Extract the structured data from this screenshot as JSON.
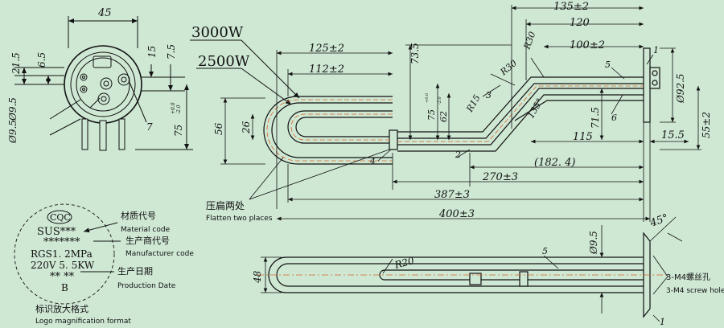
{
  "colors": {
    "background": "#cfe8d4",
    "line": "#111111",
    "accent": "#e06a2a",
    "dash": "#d9622b"
  },
  "power": {
    "high": "3000W",
    "low": "2500W"
  },
  "logo": {
    "cert": "CQC",
    "material": "SUS***",
    "maker": "*******",
    "rating1": "RGS1. 2MPa",
    "rating2": "220V  5. 5KW",
    "date": "**  **",
    "letter": "B",
    "material_cn": "材质代号",
    "material_en": "Material code",
    "maker_cn": "生产商代号",
    "maker_en": "Manufacturer code",
    "date_cn": "生产日期",
    "date_en": "Production Date",
    "caption_cn": "标识放大格式",
    "caption_en": "Logo magnification format"
  },
  "notes": {
    "flatten_cn": "压扁两处",
    "flatten_en": "Flatten two places",
    "screw_cn": "3-M4螺丝孔",
    "screw_en": "3-M4 screw hole"
  },
  "front": {
    "d45": "45",
    "d21_5": "21.5",
    "d6_5": "6.5",
    "d15": "15",
    "d7_5": "7.5",
    "d9_5a": "Ø9.5",
    "d9_5b": "Ø9.5",
    "d75": "75",
    "d75_tol_u": "+0.0",
    "d75_tol_l": "-2.0",
    "p7": "7"
  },
  "side": {
    "d135": "135±2",
    "d120": "120",
    "d100": "100±2",
    "d125": "125±2",
    "d112": "112±2",
    "d73_5": "73.5",
    "r30a": "R30",
    "r30b": "R30",
    "r15": "R15",
    "d75": "75",
    "d62": "62",
    "tol_u": "+0.0",
    "tol_l": "-2.0",
    "d56": "56",
    "d26": "26",
    "d135deg": "135°",
    "d71_5": "71.5",
    "d115": "115",
    "d15_5": "15.5",
    "d92_5": "Ø92.5",
    "d55": "55±2",
    "d182": "(182. 4)",
    "d270": "270±3",
    "d387": "387±3",
    "d400": "400±3",
    "p1": "1",
    "p2": "2",
    "p3": "3",
    "p4": "4",
    "p5": "5",
    "p6": "6"
  },
  "bottom": {
    "d45deg": "45°",
    "d9_5": "Ø9.5",
    "r20": "R20",
    "d48": "48",
    "p5": "5",
    "p1": "1"
  }
}
